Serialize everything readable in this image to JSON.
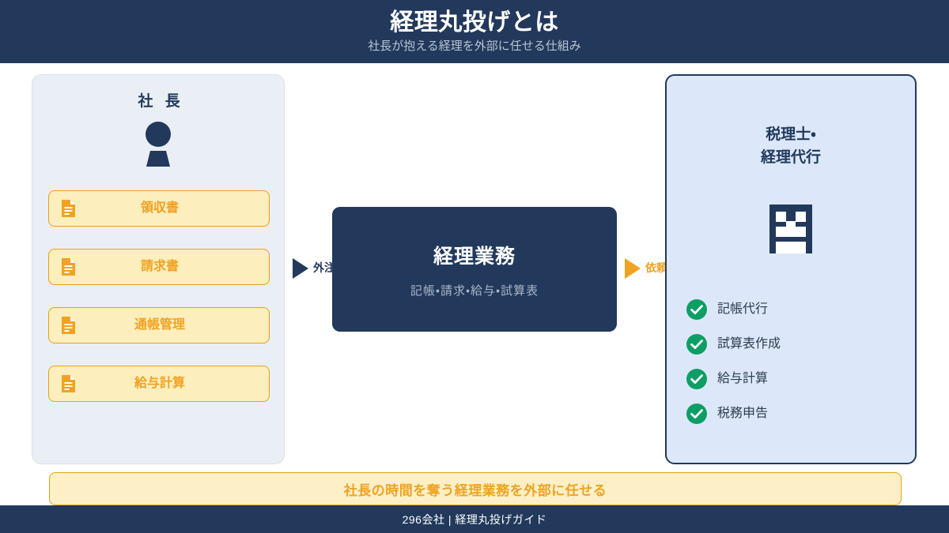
{
  "header": {
    "title": "経理丸投げとは",
    "subtitle": "社長が抱える経理を外部に任せる仕組み",
    "bg_color": "#22395c"
  },
  "left_panel": {
    "title": "社 長",
    "icon": "person-icon",
    "bg_color": "#eaeff5",
    "cards": [
      {
        "label": "領収書",
        "icon": "document-icon"
      },
      {
        "label": "請求書",
        "icon": "document-icon"
      },
      {
        "label": "通帳管理",
        "icon": "document-icon"
      },
      {
        "label": "給与計算",
        "icon": "document-icon"
      }
    ]
  },
  "center_box": {
    "title": "経理業務",
    "subtitle": "記帳・請求・給与・試算表",
    "bg_color": "#22395c"
  },
  "arrows": {
    "left": {
      "label": "外注",
      "color": "#22395c"
    },
    "right": {
      "label": "依頼",
      "color": "#f0a322"
    }
  },
  "right_panel": {
    "title_line1": "税理士・",
    "title_line2": "経理代行",
    "icon": "building-icon",
    "bg_color": "#dce8fa",
    "border_color": "#22395c",
    "services": [
      {
        "label": "記帳代行",
        "icon": "check-circle-icon"
      },
      {
        "label": "試算表作成",
        "icon": "check-circle-icon"
      },
      {
        "label": "給与計算",
        "icon": "check-circle-icon"
      },
      {
        "label": "税務申告",
        "icon": "check-circle-icon"
      }
    ],
    "check_color": "#0d9e65"
  },
  "banner": {
    "text": "社長の時間を奪う経理業務を外部に任せる",
    "bg_color": "#fdf0c7",
    "text_color": "#f0a322"
  },
  "footer": {
    "text": "296会社 | 経理丸投げガイド",
    "bg_color": "#22395c"
  }
}
